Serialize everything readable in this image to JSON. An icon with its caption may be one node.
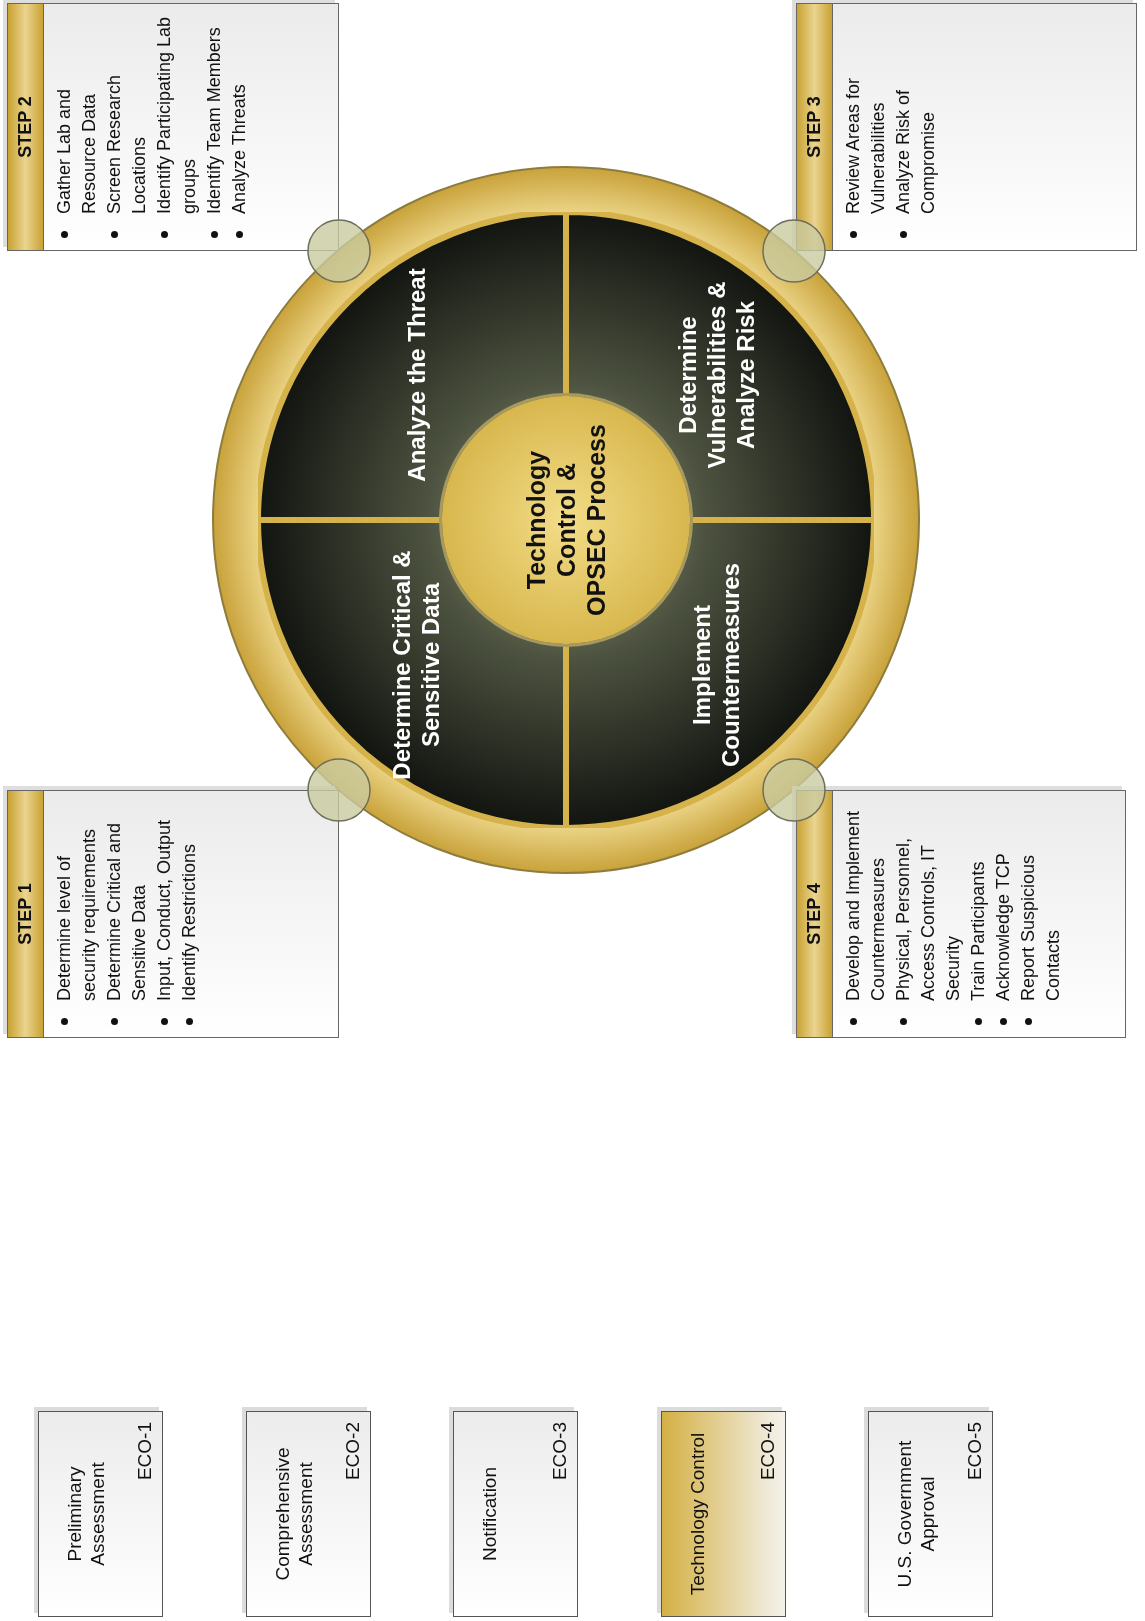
{
  "diagram": {
    "nodes": [
      {
        "text": [
          "Preliminary Assessment",
          "ECO-1"
        ]
      },
      {
        "text": [
          "Comprehensive Assessment",
          "ECO-2"
        ]
      },
      {
        "text": [
          "Notification",
          "ECO-3"
        ]
      },
      {
        "text": [
          "Technology Control",
          "ECO-4"
        ]
      },
      {
        "text": [
          "U.S. Government Approval",
          "ECO-5"
        ]
      },
      {
        "text": [
          "STEP 1",
          "Determine level of security requirements",
          "Determine Critical and Sensitive Data",
          "Input, Conduct, Output",
          "Identify Restrictions"
        ]
      },
      {
        "text": [
          "STEP 2",
          "Gather Lab and Resource Data",
          "Screen Research Locations",
          "Identify Participating Lab groups",
          "Identify Team Members",
          "Analyze Threats"
        ]
      },
      {
        "text": [
          "STEP 3",
          "Review Areas for Vulnerabilities",
          "Analyze Risk of Compromise"
        ]
      },
      {
        "text": [
          "STEP 4",
          "Develop and Implement Countermeasures",
          "Physical, Personnel, Access Controls, IT Security",
          "Train Participants",
          "Acknowledge TCP",
          "Report Suspicious Contacts"
        ]
      },
      {
        "text": [
          "Technology Control & OPSEC Process"
        ]
      },
      {
        "text": [
          "Determine Critical & Sensitive Data"
        ]
      },
      {
        "text": [
          "Analyze the Threat"
        ]
      },
      {
        "text": [
          "Determine Vulnerabilities & Analyze Risk"
        ]
      },
      {
        "text": [
          "Implement Countermeasures"
        ]
      }
    ]
  }
}
